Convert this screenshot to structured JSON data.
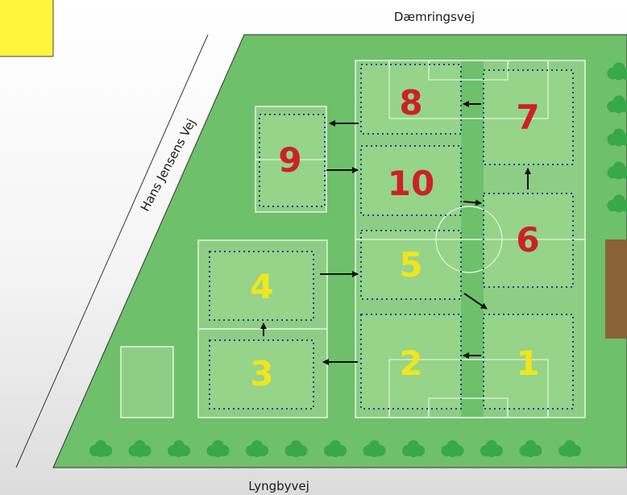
{
  "legend_box_color": "#fef53c",
  "colors": {
    "grass": "#6fc06a",
    "pitch": "#8dce84",
    "brown_block": "#8a6239",
    "red_number": "#cc2127",
    "yellow_number": "#f2e51d",
    "zone_border": "#1f3f9c",
    "tree": "#38a84a"
  },
  "streets": {
    "top": "Dæmringsvej",
    "left": "Hans Jensens Vej",
    "bottom": "Lyngbyvej"
  },
  "zones": [
    {
      "label": "1",
      "color": "yellow"
    },
    {
      "label": "2",
      "color": "yellow"
    },
    {
      "label": "3",
      "color": "yellow"
    },
    {
      "label": "4",
      "color": "yellow"
    },
    {
      "label": "5",
      "color": "yellow"
    },
    {
      "label": "6",
      "color": "red"
    },
    {
      "label": "7",
      "color": "red"
    },
    {
      "label": "8",
      "color": "red"
    },
    {
      "label": "9",
      "color": "red"
    },
    {
      "label": "10",
      "color": "red"
    }
  ],
  "bottom_tree_count": 13,
  "right_tree_count": 5
}
